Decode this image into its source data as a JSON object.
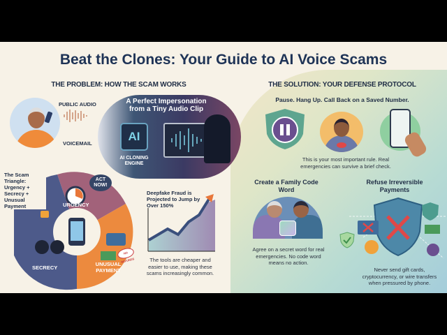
{
  "title": "Beat the Clones: Your Guide to AI Voice Scams",
  "problem": {
    "heading": "THE PROBLEM: HOW THE SCAM WORKS",
    "public_audio": "PUBLIC AUDIO",
    "voicemail": "VOICEMAIL",
    "impersonation": "A Perfect Impersonation from a Tiny Audio Clip",
    "chip_label": "AI",
    "engine": "AI CLONING ENGINE",
    "triangle_title": "The Scam Triangle: Urgency + Secrecy + Unusual Payment",
    "urgency": "URGENCY",
    "act_now": "ACT NOW!",
    "secrecy": "SECRECY",
    "unusual_payment": "UNUSUAL PAYMENT",
    "no_refunds": "NO REFUNDS",
    "chart_title": "Deepfake Fraud is Projected to Jump by Over 150%",
    "chart_caption": "The tools are cheaper and easier to use, making these scams increasingly common."
  },
  "solution": {
    "heading": "THE SOLUTION: YOUR DEFENSE PROTOCOL",
    "rule": "Pause. Hang Up. Call Back on a Saved Number.",
    "rule_caption": "This is your most important rule. Real emergencies can survive a brief check.",
    "code_word_title": "Create a Family Code Word",
    "code_word_caption": "Agree on a secret word for real emergencies. No code word means no action.",
    "refuse_title": "Refuse Irreversible Payments",
    "refuse_caption": "Never send gift cards, cryptocurrency, or wire transfers when pressured by phone."
  },
  "colors": {
    "navy": "#1e3356",
    "orange": "#e8773a",
    "purple": "#6a4f8f",
    "teal": "#4d9c8f",
    "red": "#e04848"
  }
}
